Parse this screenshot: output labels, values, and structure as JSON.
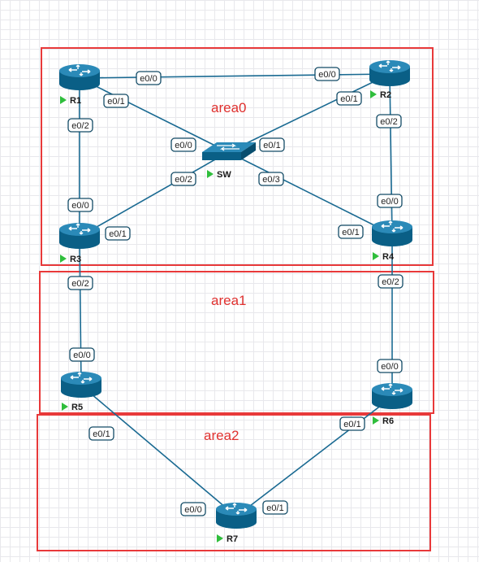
{
  "colors": {
    "area_border": "#e8393a",
    "area_text": "#e0312f",
    "link": "#1a6a92",
    "device": "#0f6f9a",
    "status_arrow": "#2fbe3c"
  },
  "areas": [
    {
      "label": "area0"
    },
    {
      "label": "area1"
    },
    {
      "label": "area2"
    }
  ],
  "devices": [
    {
      "id": "R1",
      "name": "R1",
      "type": "router-icon"
    },
    {
      "id": "R2",
      "name": "R2",
      "type": "router-icon"
    },
    {
      "id": "SW",
      "name": "SW",
      "type": "switch-icon"
    },
    {
      "id": "R3",
      "name": "R3",
      "type": "router-icon"
    },
    {
      "id": "R4",
      "name": "R4",
      "type": "router-icon"
    },
    {
      "id": "R5",
      "name": "R5",
      "type": "router-icon"
    },
    {
      "id": "R6",
      "name": "R6",
      "type": "router-icon"
    },
    {
      "id": "R7",
      "name": "R7",
      "type": "router-icon"
    }
  ],
  "links": [
    {
      "a": "R1",
      "a_if": "e0/0",
      "b": "R2",
      "b_if": "e0/0"
    },
    {
      "a": "R1",
      "a_if": "e0/1",
      "b": "SW",
      "b_if": "e0/0"
    },
    {
      "a": "R2",
      "a_if": "e0/1",
      "b": "SW",
      "b_if": "e0/1"
    },
    {
      "a": "R1",
      "a_if": "e0/2",
      "b": "R3",
      "b_if": "e0/0"
    },
    {
      "a": "R2",
      "a_if": "e0/2",
      "b": "R4",
      "b_if": "e0/0"
    },
    {
      "a": "R3",
      "a_if": "e0/1",
      "b": "SW",
      "b_if": "e0/2"
    },
    {
      "a": "R4",
      "a_if": "e0/1",
      "b": "SW",
      "b_if": "e0/3"
    },
    {
      "a": "R3",
      "a_if": "e0/2",
      "b": "R5",
      "b_if": "e0/0"
    },
    {
      "a": "R4",
      "a_if": "e0/2",
      "b": "R6",
      "b_if": "e0/0"
    },
    {
      "a": "R5",
      "a_if": "e0/1",
      "b": "R7",
      "b_if": "e0/0"
    },
    {
      "a": "R6",
      "a_if": "e0/1",
      "b": "R7",
      "b_if": "e0/1"
    }
  ]
}
